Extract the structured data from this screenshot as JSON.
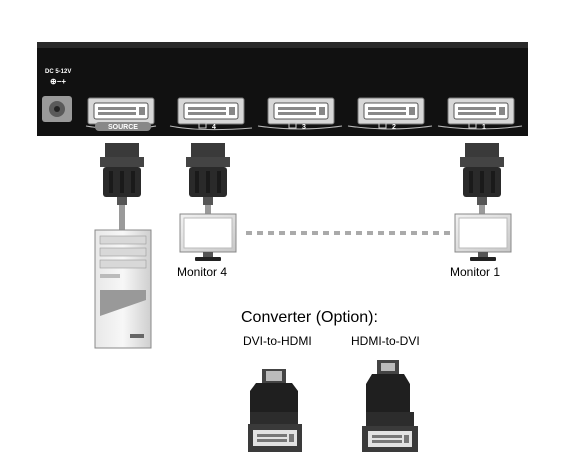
{
  "device": {
    "power_label": "DC 5-12V",
    "power_symbol": "⊕−+",
    "ports": [
      {
        "name": "source",
        "label": "SOURCE"
      },
      {
        "name": "output-4",
        "label": "4"
      },
      {
        "name": "output-3",
        "label": "3"
      },
      {
        "name": "output-2",
        "label": "2"
      },
      {
        "name": "output-1",
        "label": "1"
      }
    ]
  },
  "monitors": [
    {
      "name": "monitor-4",
      "label": "Monitor 4"
    },
    {
      "name": "monitor-1",
      "label": "Monitor 1"
    }
  ],
  "converter": {
    "heading": "Converter (Option):",
    "items": [
      {
        "name": "dvi-to-hdmi",
        "label": "DVI-to-HDMI"
      },
      {
        "name": "hdmi-to-dvi",
        "label": "HDMI-to-DVI"
      }
    ]
  },
  "colors": {
    "device_body": "#111111",
    "port_metal": "#d8d8d8",
    "connector_dark": "#2a2a2a",
    "cable": "#9a9a9a",
    "dashed_line": "#aaaaaa"
  }
}
